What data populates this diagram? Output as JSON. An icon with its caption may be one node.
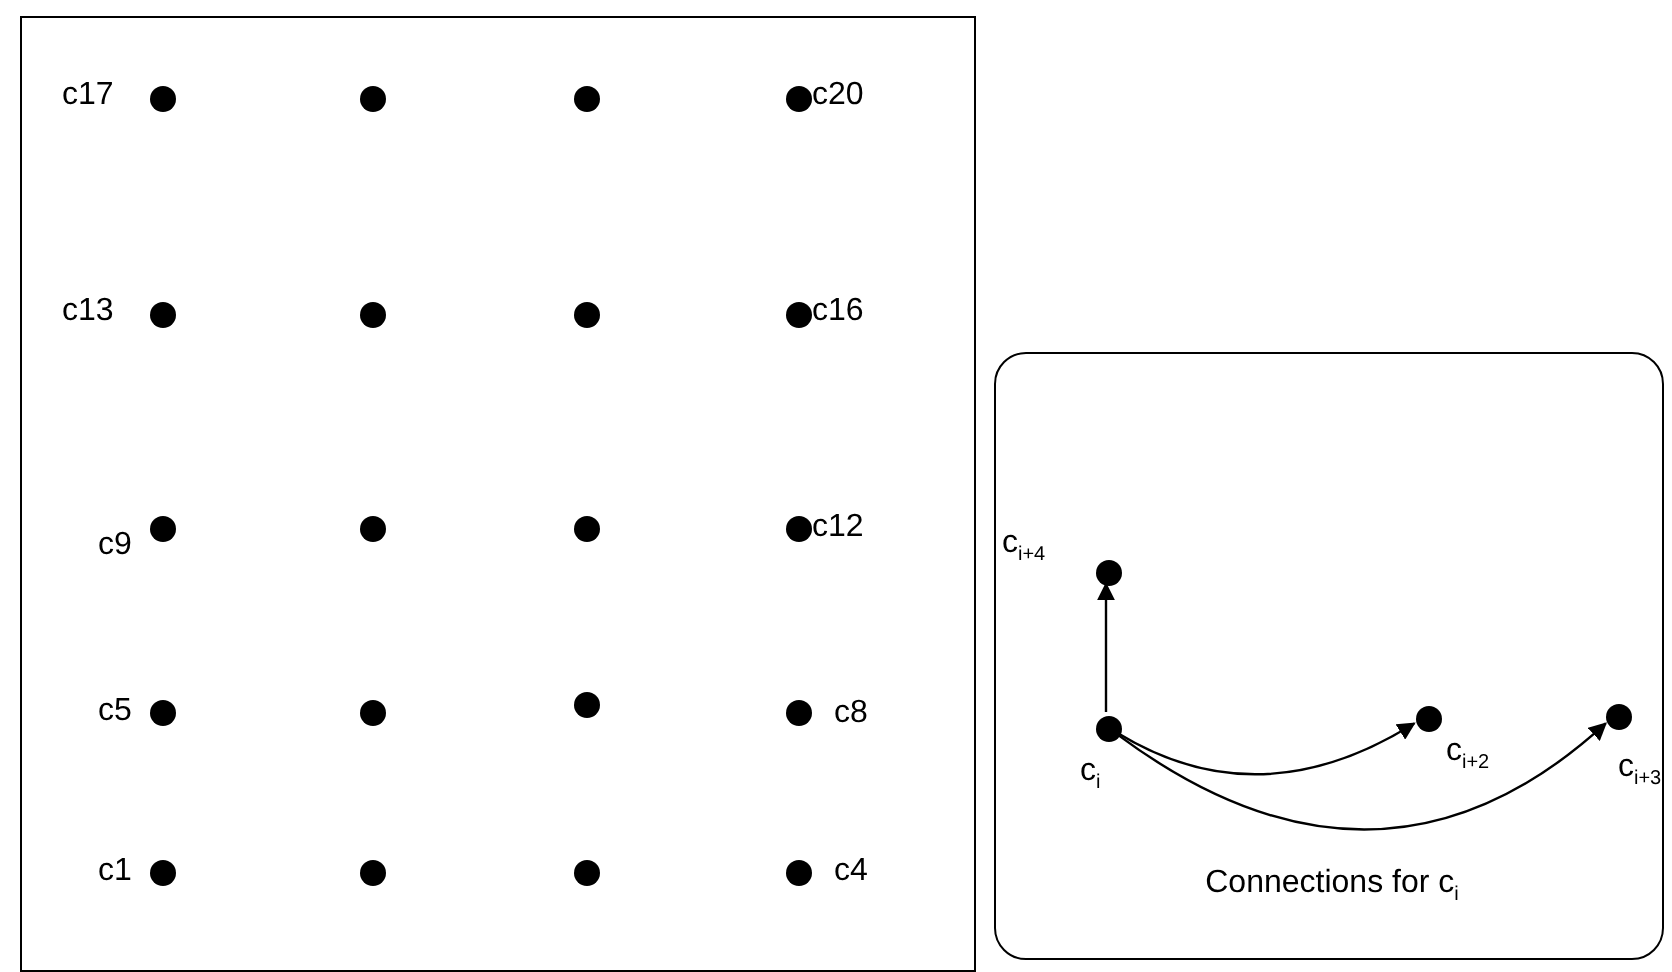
{
  "diagram": {
    "nodes": [
      {
        "text": [],
        "shape": "box"
      },
      {
        "text": [],
        "shape": "circle",
        "in": 0,
        "beside": [
          "c17"
        ]
      },
      {
        "text": [],
        "shape": "circle",
        "in": 0
      },
      {
        "text": [],
        "shape": "circle",
        "in": 0
      },
      {
        "text": [],
        "shape": "circle",
        "in": 0,
        "beside": [
          "c20"
        ]
      },
      {
        "text": [],
        "shape": "circle",
        "in": 0,
        "beside": [
          "c13"
        ]
      },
      {
        "text": [],
        "shape": "circle",
        "in": 0
      },
      {
        "text": [],
        "shape": "circle",
        "in": 0
      },
      {
        "text": [],
        "shape": "circle",
        "in": 0,
        "beside": [
          "c16"
        ]
      },
      {
        "text": [],
        "shape": "circle",
        "in": 0,
        "beside": [
          "c9"
        ]
      },
      {
        "text": [],
        "shape": "circle",
        "in": 0
      },
      {
        "text": [],
        "shape": "circle",
        "in": 0
      },
      {
        "text": [],
        "shape": "circle",
        "in": 0,
        "beside": [
          "c12"
        ]
      },
      {
        "text": [],
        "shape": "circle",
        "in": 0,
        "beside": [
          "c5"
        ]
      },
      {
        "text": [],
        "shape": "circle",
        "in": 0
      },
      {
        "text": [],
        "shape": "circle",
        "in": 0
      },
      {
        "text": [],
        "shape": "circle",
        "in": 0,
        "beside": [
          "c8"
        ]
      },
      {
        "text": [],
        "shape": "circle",
        "in": 0,
        "beside": [
          "c1"
        ]
      },
      {
        "text": [],
        "shape": "circle",
        "in": 0
      },
      {
        "text": [],
        "shape": "circle",
        "in": 0
      },
      {
        "text": [],
        "shape": "circle",
        "in": 0,
        "beside": [
          "c4"
        ]
      },
      {
        "text": [
          "Connections for c$_{i}$"
        ]
      },
      {
        "text": [],
        "shape": "circle",
        "in": 21,
        "beside": [
          "c$_{i+4}$"
        ]
      },
      {
        "text": [],
        "shape": "circle",
        "in": 21,
        "beside": [
          "c$_{i}$"
        ]
      },
      {
        "text": [],
        "shape": "circle",
        "in": 21,
        "beside": [
          "c$_{i+2}$"
        ]
      },
      {
        "text": [],
        "shape": "circle",
        "in": 21,
        "beside": [
          "c$_{i+3}$"
        ]
      }
    ],
    "edges": [
      {
        "from": 23,
        "to": 22,
        "arrow": "to"
      },
      {
        "from": 23,
        "to": 24,
        "arrow": "to"
      },
      {
        "from": 23,
        "to": 25,
        "arrow": "to"
      }
    ]
  }
}
